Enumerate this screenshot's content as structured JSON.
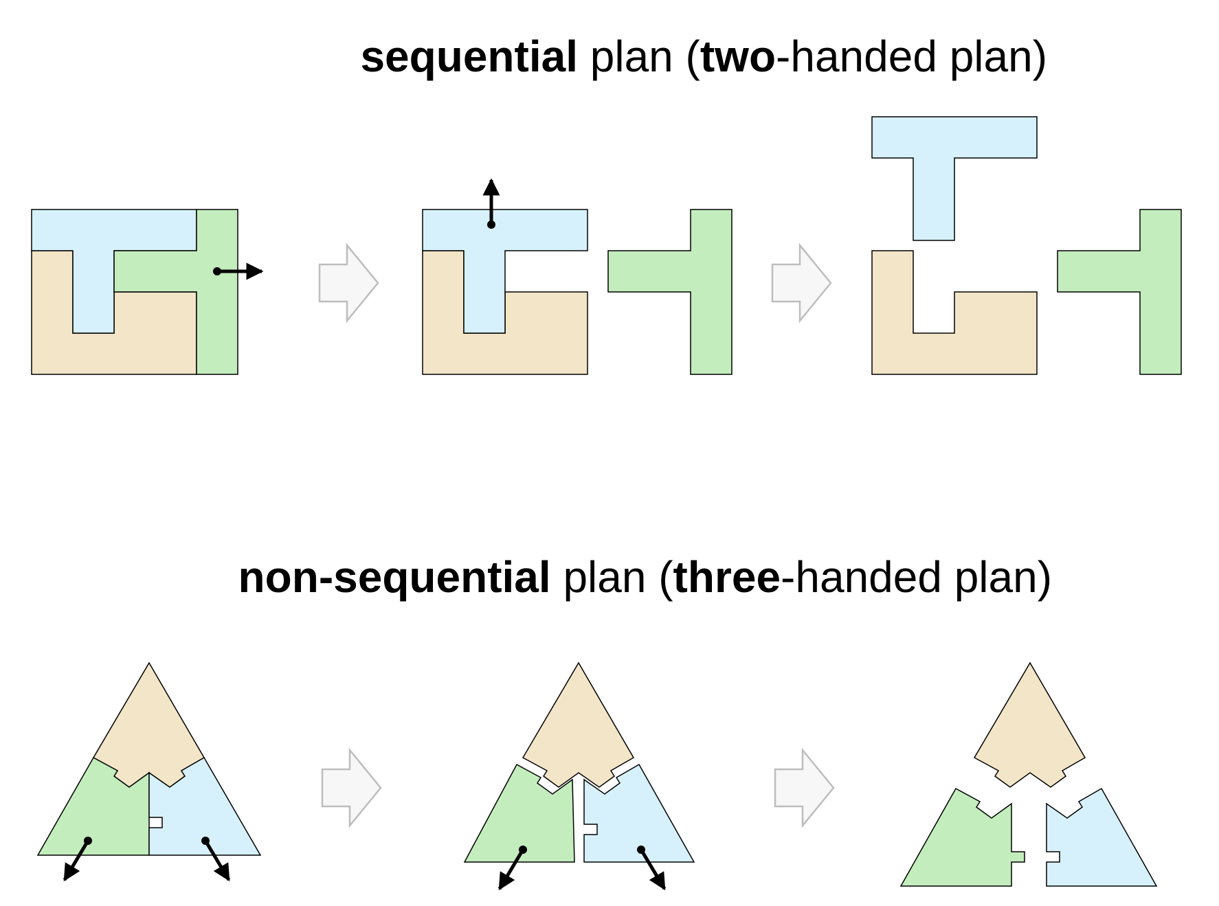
{
  "titles": {
    "sequential": {
      "bold1": "sequential",
      "text1": " plan (",
      "bold2": "two",
      "text2": "-handed plan)"
    },
    "non_sequential": {
      "bold1": "non-sequential",
      "text1": " plan (",
      "bold2": "three",
      "text2": "-handed plan)"
    }
  },
  "colors": {
    "tan_part": "#f3e5c8",
    "blue_part": "#d6f1fb",
    "green_part": "#c3edbd",
    "outline": "#000000",
    "step_arrow_fill": "#f7f7f7",
    "step_arrow_stroke": "#bdbdbd"
  }
}
